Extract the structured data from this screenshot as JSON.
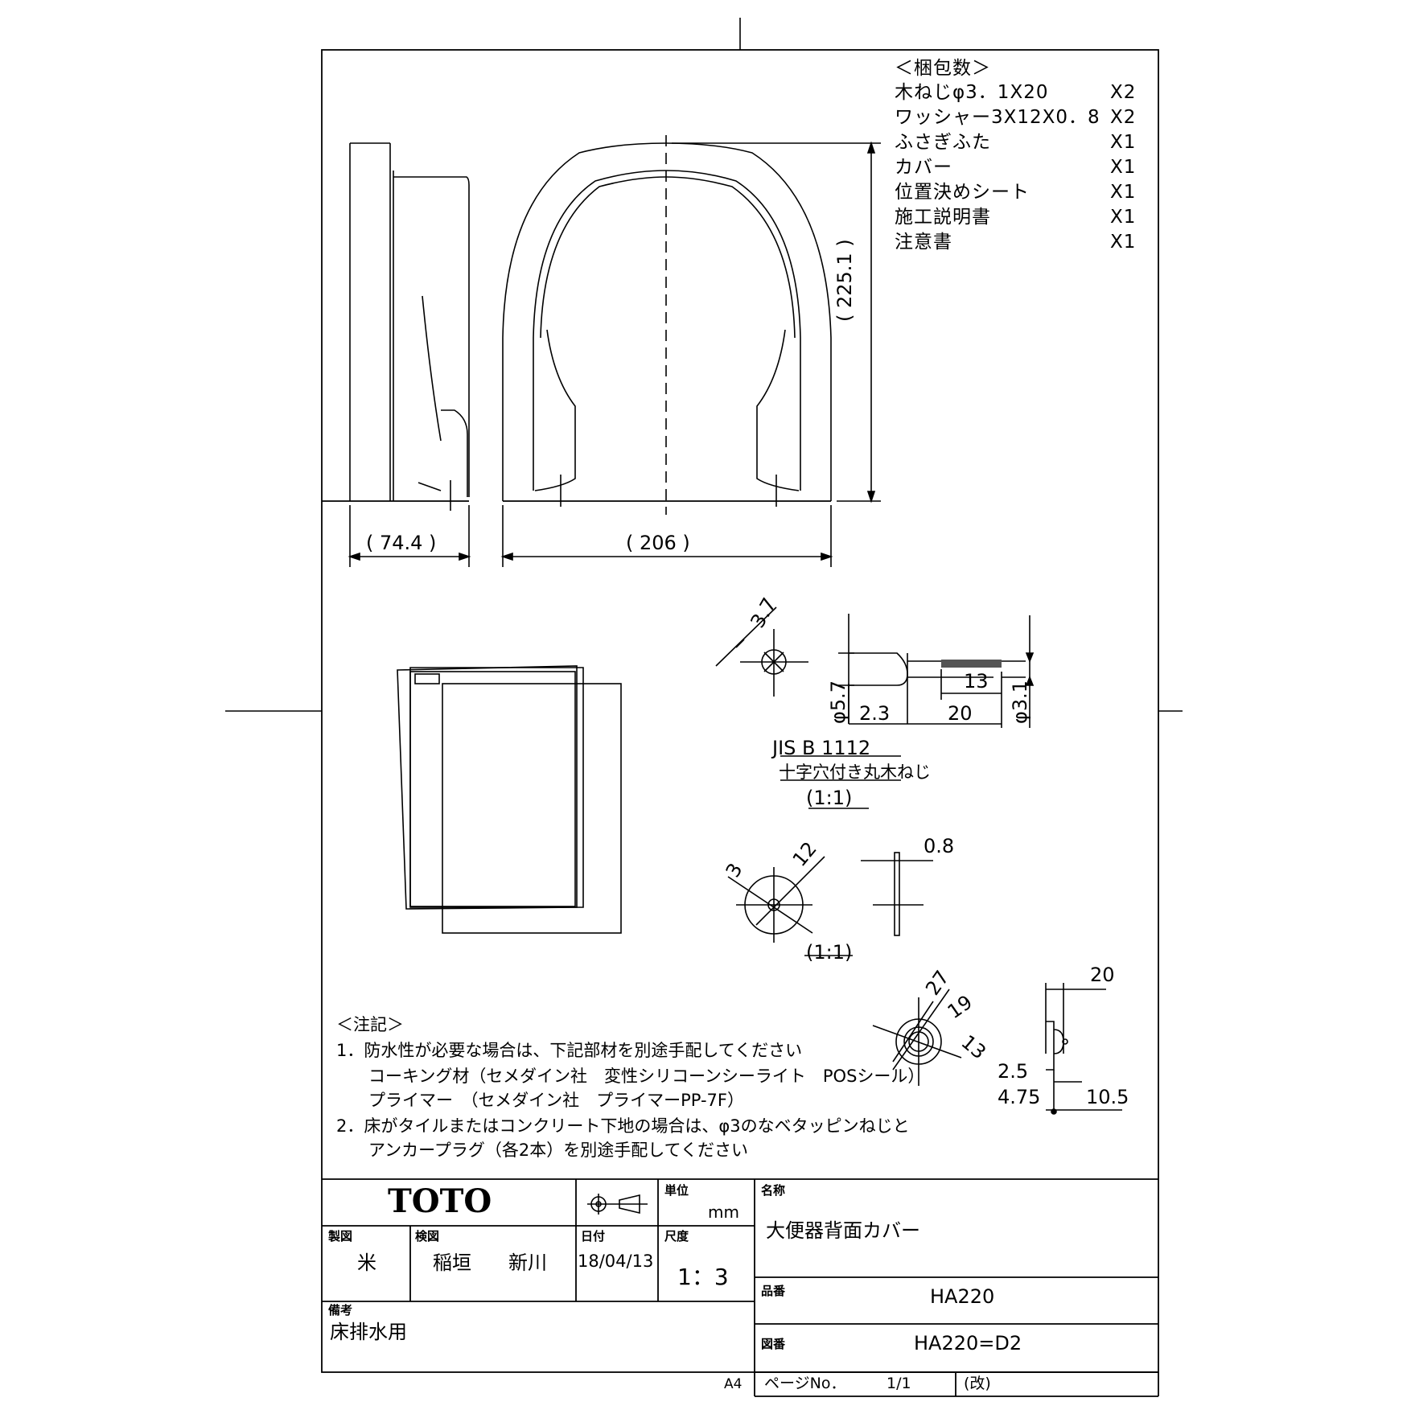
{
  "packing": {
    "title": "＜梱包数＞",
    "items": [
      {
        "name": "木ねじφ3．1X20",
        "qty": "X2"
      },
      {
        "name": "ワッシャー3X12X0．8",
        "qty": "X2"
      },
      {
        "name": "ふさぎふた",
        "qty": "X1"
      },
      {
        "name": "カバー",
        "qty": "X1"
      },
      {
        "name": "位置決めシート",
        "qty": "X1"
      },
      {
        "name": "施工説明書",
        "qty": "X1"
      },
      {
        "name": "注意書",
        "qty": "X1"
      }
    ]
  },
  "dimensions": {
    "depth": "( 74.4 )",
    "width": "( 206 )",
    "height": "( 225.1 )"
  },
  "screw": {
    "head_dia": "3.7",
    "head_height": "φ5.7",
    "head_len": "2.3",
    "thread_len": "13",
    "total_len": "20",
    "shaft_dia": "φ3.1",
    "std": "JIS B 1112",
    "std_name": "十字穴付き丸木ねじ",
    "scale": "(1:1)"
  },
  "washer": {
    "inner": "3",
    "outer": "12",
    "thickness": "0.8",
    "scale": "(1:1)"
  },
  "cap": {
    "d1": "27",
    "d2": "19",
    "d3": "13",
    "width": "20",
    "a": "2.5",
    "b": "4.75",
    "c": "10.5"
  },
  "notes": {
    "title": "＜注記＞",
    "lines": [
      "1．防水性が必要な場合は、下記部材を別途手配してください",
      "コーキング材（セメダイン社　変性シリコーンシーライト　POSシール）",
      "プライマー　（セメダイン社　プライマーPP-7F）",
      "2．床がタイルまたはコンクリート下地の場合は、φ3のなベタッピンねじと",
      "アンカープラグ（各2本）を別途手配してください"
    ]
  },
  "titleblock": {
    "logo": "TOTO",
    "unit_label": "単位",
    "unit": "mm",
    "name_label": "名称",
    "name": "大便器背面カバー",
    "drawn_label": "製図",
    "drawn": "米",
    "checked_label": "検図",
    "checked1": "稲垣",
    "checked2": "新川",
    "date_label": "日付",
    "date": "18/04/13",
    "scale_label": "尺度",
    "scale": "1：3",
    "part_label": "品番",
    "part": "HA220",
    "remark_label": "備考",
    "remark": "床排水用",
    "dwg_label": "図番",
    "dwg": "HA220=D2",
    "paper": "A4",
    "page_label": "ページNo．",
    "page": "1/1",
    "rev": "(改)"
  }
}
